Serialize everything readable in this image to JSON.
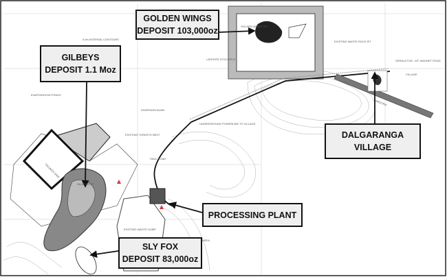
{
  "callouts": {
    "golden_wings": [
      "GOLDEN WINGS",
      "DEPOSIT 103,000oz"
    ],
    "gilbeys": [
      "GILBEYS",
      "DEPOSIT 1.1 Moz"
    ],
    "dalgaranga": [
      "DALGARANGA",
      "VILLAGE"
    ],
    "processing": [
      "PROCESSING PLANT"
    ],
    "sly_fox": [
      "SLY FOX",
      "DEPOSIT 83,000oz"
    ]
  },
  "map_labels": {
    "contours": "0.5m INTERVAL CONTOURS",
    "golden_wings_pit": "GOLDEN WINGS PIT",
    "waste_rock_pit": "EXISTING WASTE ROCK PIT",
    "road": "GERALDTON - MT. MAGNET ROAD",
    "village": "VILLAGE",
    "airstrip": "AIRSTRIP",
    "laterite": "LATERITE STOCKPILE",
    "evaporation": "EVAPORATION PONDS",
    "diversion": "DIVERSION BUND",
    "powerline": "UNDERGROUND POWERLINE TO VILLAGE",
    "turkeys_nest": "EXISTING TURKEYS NEST",
    "haul_road": "HAUL ROAD",
    "tailings": "TAILINGS DAM",
    "gilbeys_pit": "GILBEYS PIT",
    "waste_dump": "EXISTING WASTE DUMP",
    "area": "AREA"
  }
}
